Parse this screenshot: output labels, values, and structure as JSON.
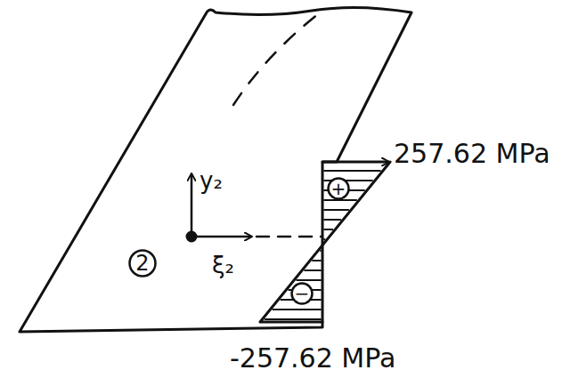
{
  "diagram": {
    "nodes": [
      {
        "text": [
          "2"
        ]
      },
      {
        "text": [
          "+"
        ]
      },
      {
        "text": [
          "−"
        ]
      }
    ],
    "labels": [
      "257.62 MPa",
      "-257.62 MPa",
      "y₂",
      "ξ₂"
    ]
  }
}
